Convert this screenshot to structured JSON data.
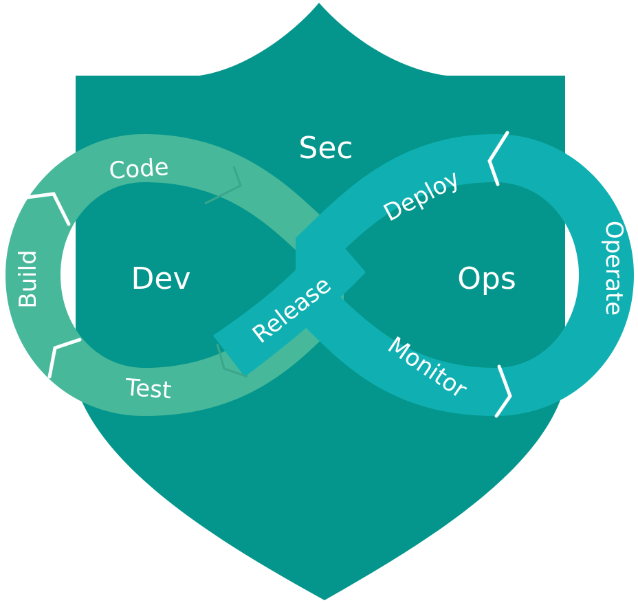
{
  "diagram": {
    "center_label": "Sec",
    "left_loop_label": "Dev",
    "right_loop_label": "Ops",
    "steps": {
      "code": "Code",
      "build": "Build",
      "test": "Test",
      "release": "Release",
      "deploy": "Deploy",
      "operate": "Operate",
      "monitor": "Monitor"
    },
    "colors": {
      "shield": "#04968c",
      "dev_loop": "#48b89b",
      "ops_loop": "#10b0b2",
      "separator": "#ffffff"
    }
  }
}
